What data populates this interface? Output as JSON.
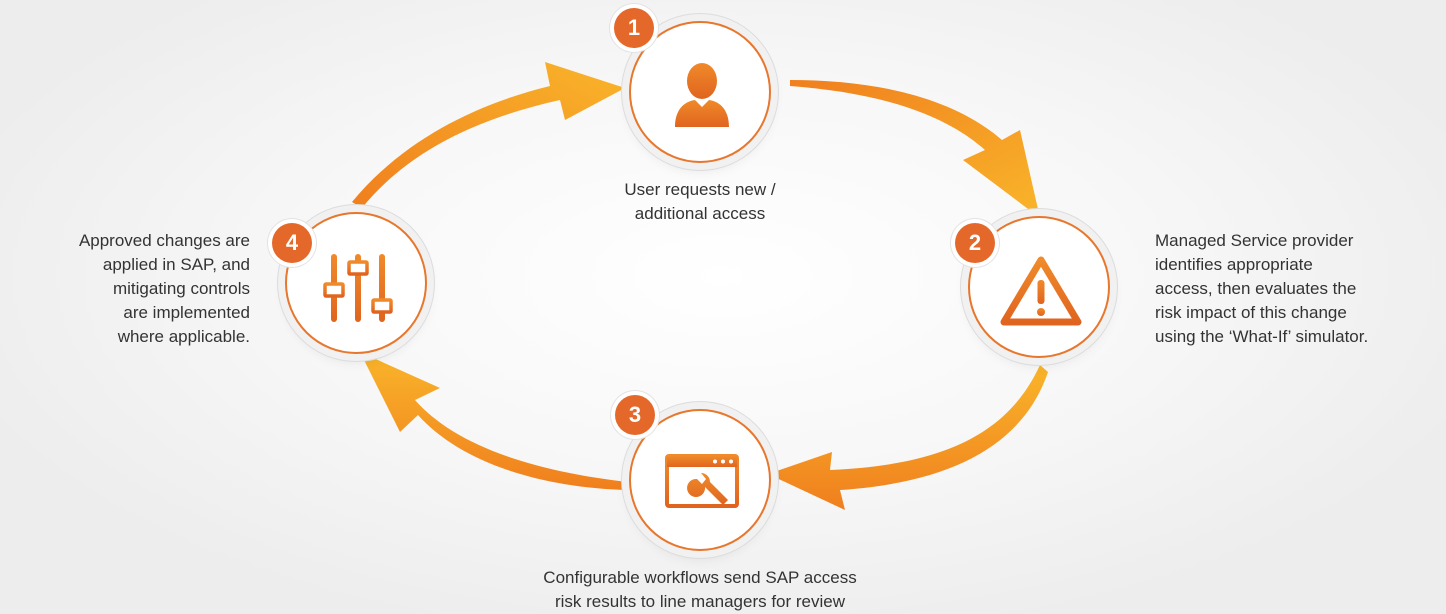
{
  "colors": {
    "accent": "#e4682a",
    "arrow_light": "#f9b52a",
    "arrow_dark": "#f07f1e",
    "text": "#333333"
  },
  "steps": [
    {
      "number": "1",
      "icon": "user-icon",
      "caption_lines": [
        "User requests new /",
        "additional access"
      ]
    },
    {
      "number": "2",
      "icon": "warning-icon",
      "caption_lines": [
        "Managed Service provider",
        "identifies appropriate",
        "access, then evaluates the",
        "risk impact of this change",
        "using the ‘What-If’ simulator."
      ]
    },
    {
      "number": "3",
      "icon": "configuration-window-icon",
      "caption_lines": [
        "Configurable workflows send SAP access",
        "risk results to line managers for review"
      ]
    },
    {
      "number": "4",
      "icon": "sliders-icon",
      "caption_lines": [
        "Approved changes are",
        "applied in SAP, and",
        "mitigating controls",
        "are implemented",
        "where applicable."
      ]
    }
  ]
}
